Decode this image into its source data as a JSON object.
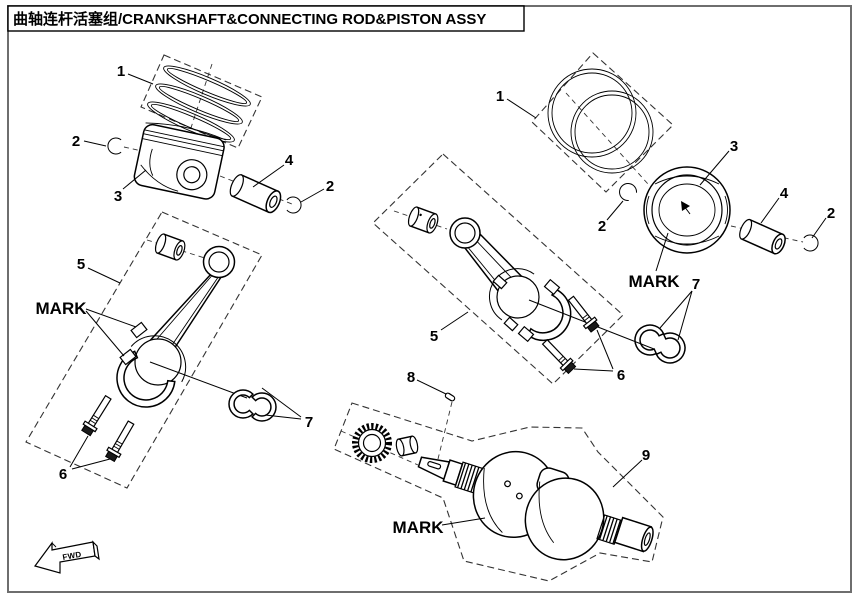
{
  "title": "曲轴连杆活塞组/CRANKSHAFT&CONNECTING ROD&PISTON ASSY",
  "callouts": {
    "n1": "1",
    "n2": "2",
    "n3": "3",
    "n4": "4",
    "n5": "5",
    "n6": "6",
    "n7": "7",
    "n8": "8",
    "n9": "9",
    "mark": "MARK",
    "fwd": "FWD"
  }
}
